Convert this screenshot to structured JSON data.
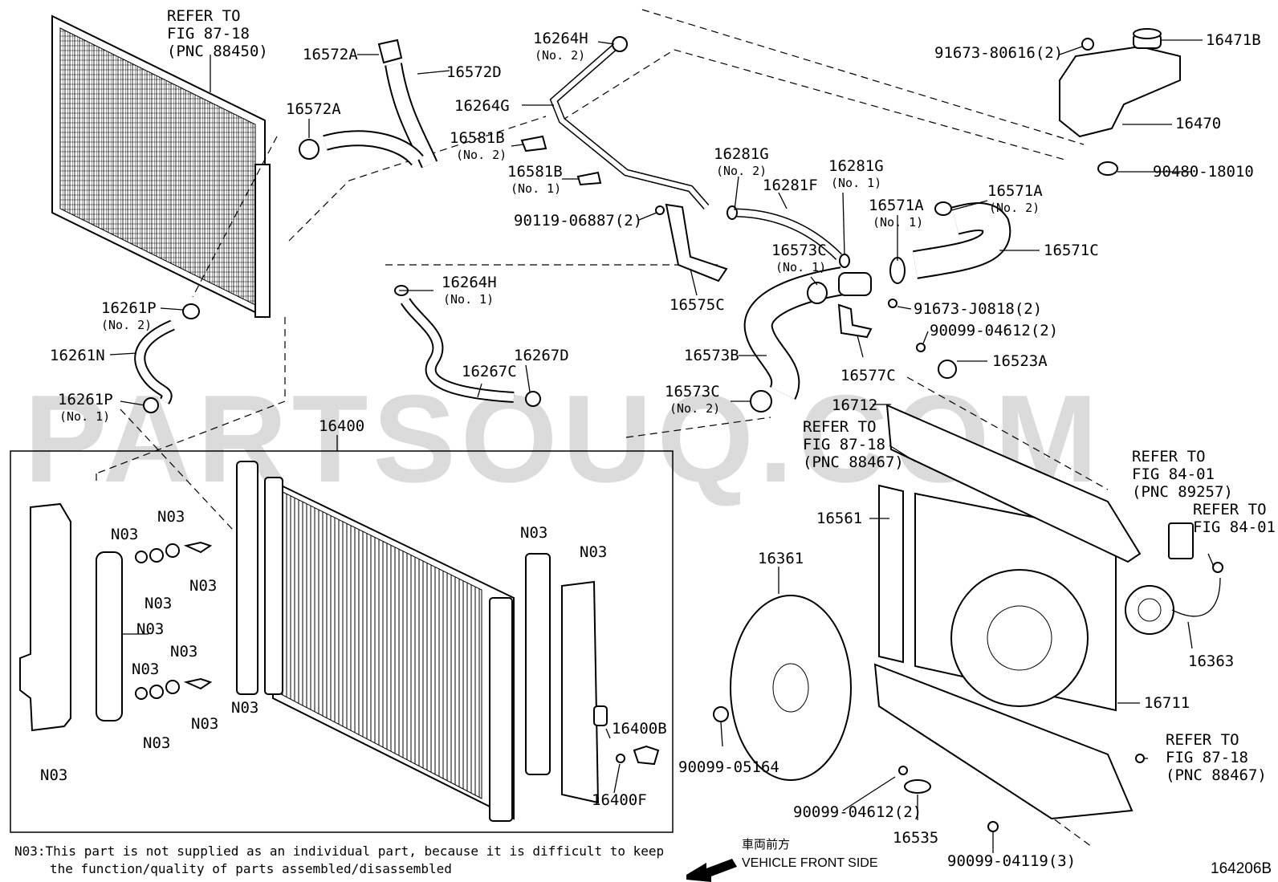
{
  "watermark": "PARTSOUQ.COM",
  "figure_id": "164206B",
  "footnote": {
    "line1": "N03:This part is not supplied as an individual part, because it is difficult to keep",
    "line2": "the function/quality of parts assembled/disassembled"
  },
  "front_indicator": {
    "jp": "車両前方",
    "en": "VEHICLE FRONT SIDE"
  },
  "refs": {
    "r1": [
      "REFER TO",
      "FIG 87-18",
      "(PNC 88450)"
    ],
    "r2": [
      "REFER TO",
      "FIG 87-18",
      "(PNC 88467)"
    ],
    "r3": [
      "REFER TO",
      "FIG 84-01",
      "(PNC 89257)"
    ],
    "r4": [
      "REFER TO",
      "FIG 84-01"
    ],
    "r5": [
      "REFER TO",
      "FIG 87-18",
      "(PNC 88467)"
    ]
  },
  "labels": {
    "p16572A_1": "16572A",
    "p16572D": "16572D",
    "p16572A_2": "16572A",
    "p16264H_2": "16264H",
    "p16264H_2_sub": "(No. 2)",
    "p16264G": "16264G",
    "p16581B_2": "16581B",
    "p16581B_2_sub": "(No. 2)",
    "p16581B_1": "16581B",
    "p16581B_1_sub": "(No. 1)",
    "p90119": "90119-06887(2)",
    "p16281G_2": "16281G",
    "p16281G_2_sub": "(No. 2)",
    "p16281G_1": "16281G",
    "p16281G_1_sub": "(No. 1)",
    "p16281F": "16281F",
    "p16575C": "16575C",
    "p91673_80616": "91673-80616(2)",
    "p16471B": "16471B",
    "p16470": "16470",
    "p90480": "90480-18010",
    "p16571A_1": "16571A",
    "p16571A_1_sub": "(No. 1)",
    "p16571A_2": "16571A",
    "p16571A_2_sub": "(No. 2)",
    "p16571C": "16571C",
    "p16573C_1": "16573C",
    "p16573C_1_sub": "(No. 1)",
    "p91673_J0818": "91673-J0818(2)",
    "p90099_04612a": "90099-04612(2)",
    "p16523A": "16523A",
    "p16573B": "16573B",
    "p16577C": "16577C",
    "p16573C_2": "16573C",
    "p16573C_2_sub": "(No. 2)",
    "p16712": "16712",
    "p16261P_2": "16261P",
    "p16261P_2_sub": "(No. 2)",
    "p16261N": "16261N",
    "p16261P_1": "16261P",
    "p16261P_1_sub": "(No. 1)",
    "p16264H_1": "16264H",
    "p16264H_1_sub": "(No. 1)",
    "p16267D": "16267D",
    "p16267C": "16267C",
    "p16400": "16400",
    "p16561": "16561",
    "p16361": "16361",
    "p16363": "16363",
    "p16711": "16711",
    "p90099_05164": "90099-05164",
    "p90099_04612b": "90099-04612(2)",
    "p16535": "16535",
    "p90099_04119": "90099-04119(3)",
    "p16400B": "16400B",
    "p16400F": "16400F",
    "n03": "N03"
  }
}
